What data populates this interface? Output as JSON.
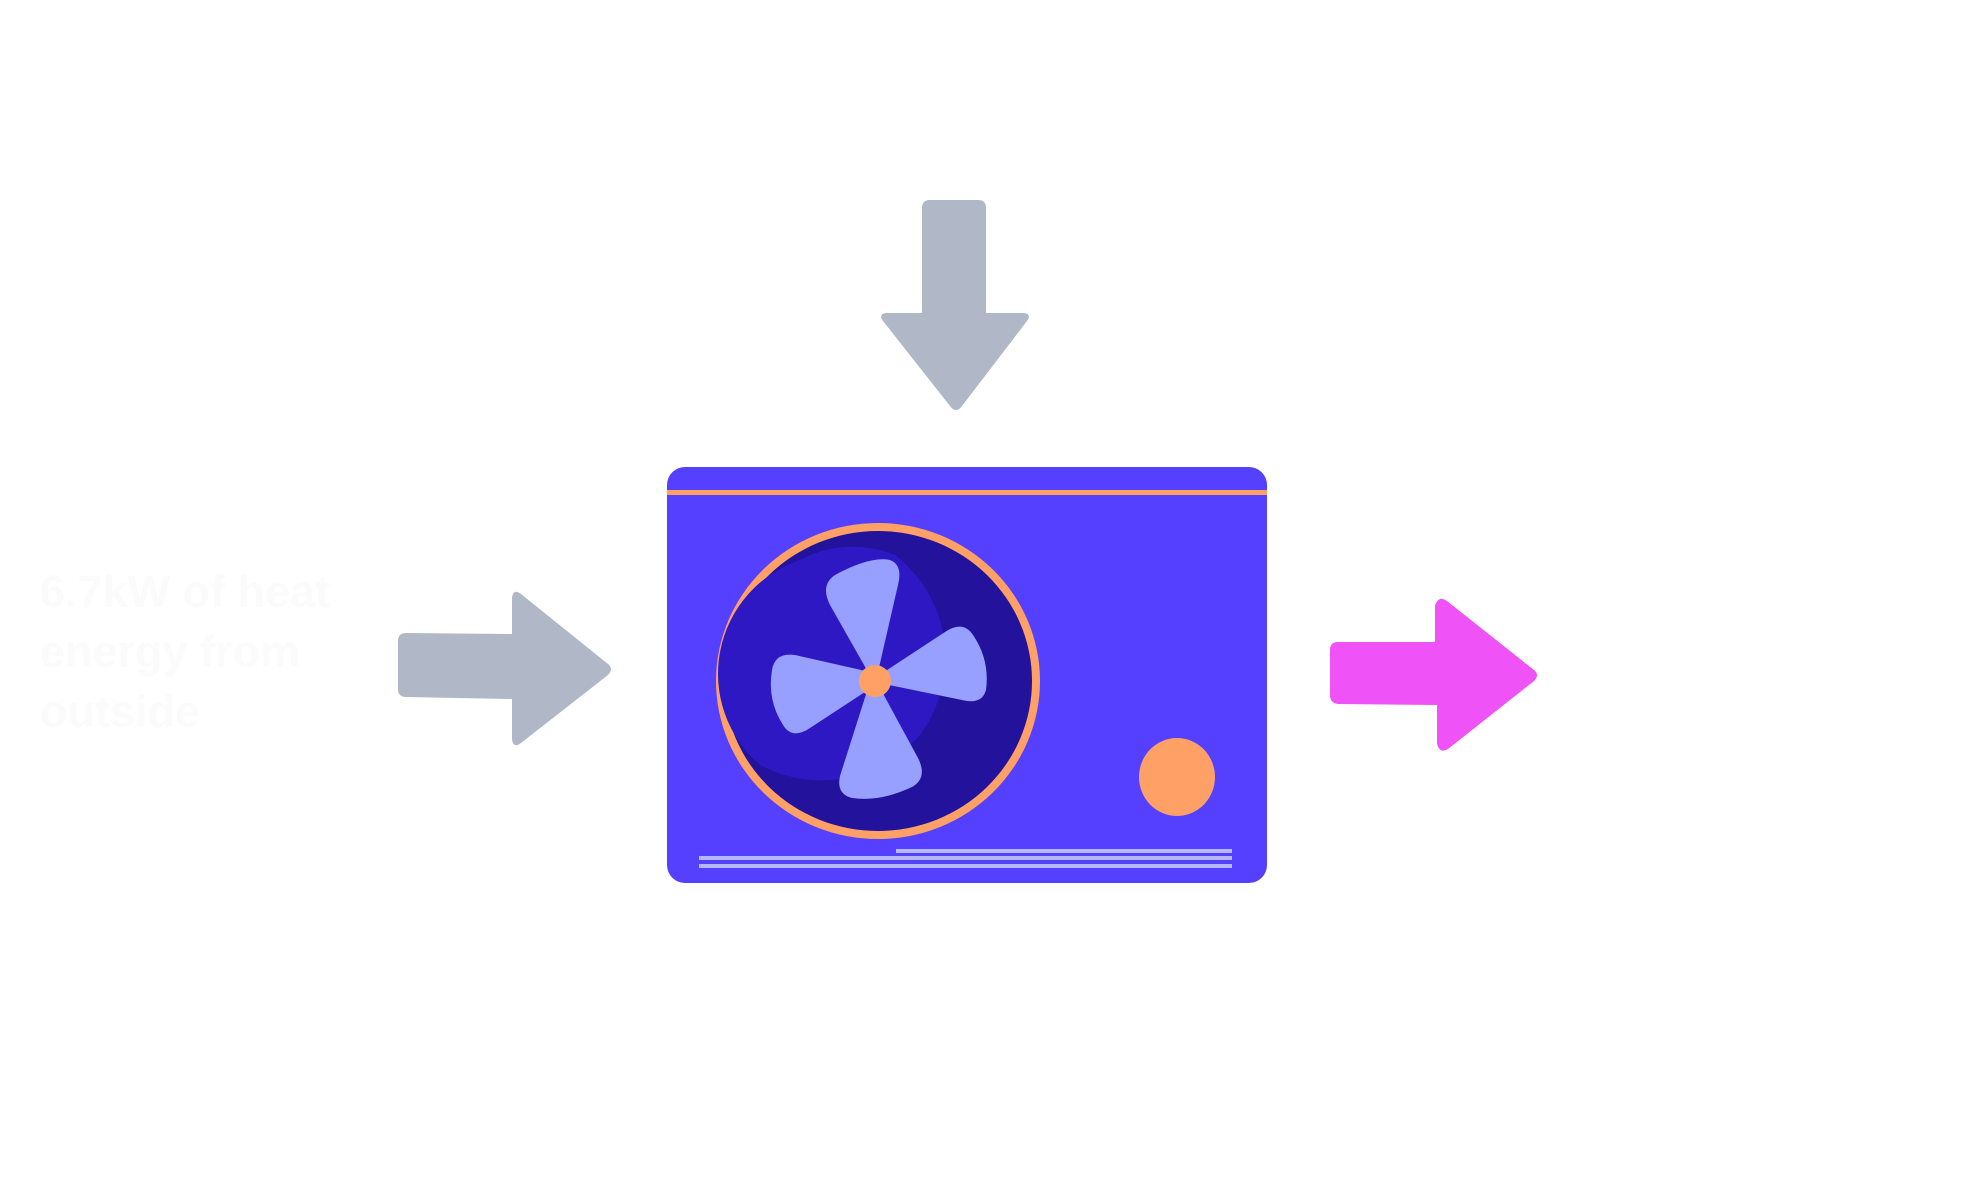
{
  "diagram": {
    "title": "Heat pump energy flow",
    "input_label": {
      "lines": [
        "6.7kW of heat",
        "energy from",
        "outside"
      ]
    },
    "elements": {
      "top_arrow": {
        "direction": "down",
        "meaning": "input energy"
      },
      "left_arrow": {
        "direction": "right",
        "meaning": "heat energy from outside"
      },
      "output_arrow": {
        "direction": "right",
        "meaning": "output heat"
      },
      "unit": {
        "type": "heat pump outdoor unit",
        "has_fan": true,
        "fan_blades": 4
      }
    },
    "colors": {
      "input_arrow": "#b0b7c6",
      "output_arrow": "#ef52f7",
      "unit_body": "#5540ff",
      "unit_accent": "#ffa066",
      "fan_housing": "#23129c",
      "fan_shadow": "#2d18c4",
      "fan_blade": "#97a0fe",
      "vent_lines": "#b3b8ff",
      "label_text": "#fbfbfc"
    }
  }
}
